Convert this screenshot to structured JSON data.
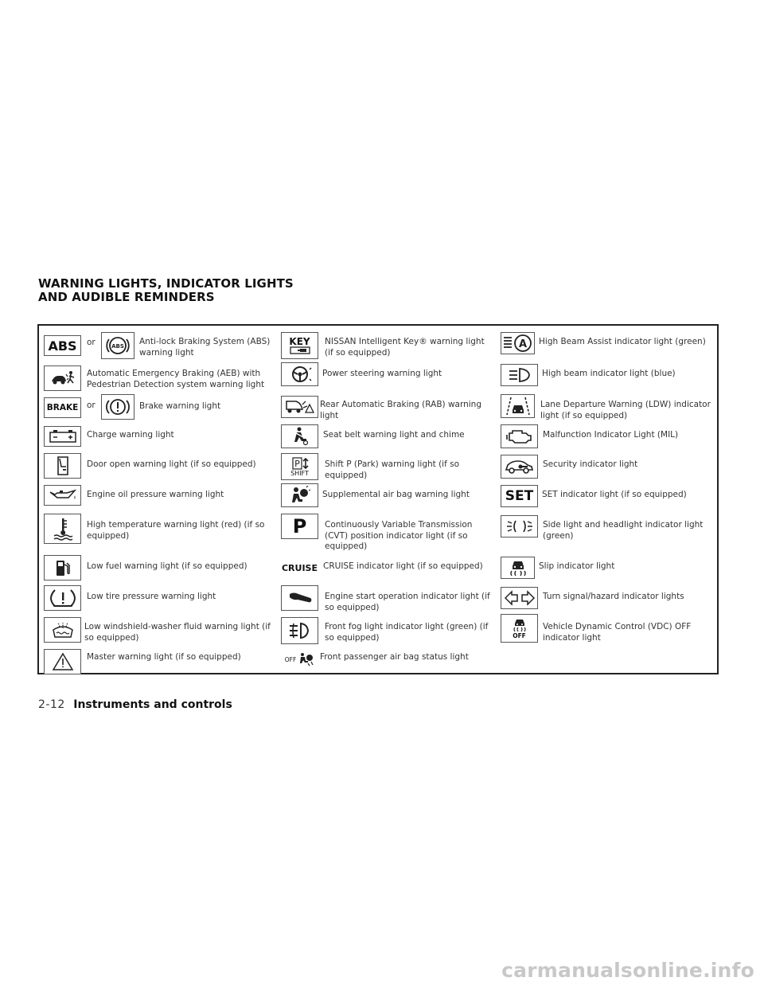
{
  "section": {
    "title_line1": "WARNING LIGHTS, INDICATOR LIGHTS",
    "title_line2": "AND AUDIBLE REMINDERS"
  },
  "or_text": "or",
  "col1": [
    {
      "label": "Anti-lock Braking System (ABS) warning light",
      "icon": "abs-icon",
      "icon_text": "ABS"
    },
    {
      "label": "Automatic Emergency Braking (AEB) with Pedestrian Detection system warning light",
      "icon": "aeb-icon"
    },
    {
      "label": "Brake warning light",
      "icon": "brake-icon",
      "icon_text": "BRAKE"
    },
    {
      "label": "Charge warning light",
      "icon": "battery-icon"
    },
    {
      "label": "Door open warning light (if so equipped)",
      "icon": "door-open-icon"
    },
    {
      "label": "Engine oil pressure warning light",
      "icon": "oil-can-icon"
    },
    {
      "label": "High temperature warning light (red) (if so equipped)",
      "icon": "coolant-temp-icon"
    },
    {
      "label": "Low fuel warning light (if so equipped)",
      "icon": "fuel-pump-icon"
    },
    {
      "label": "Low tire pressure warning light",
      "icon": "tire-pressure-icon"
    },
    {
      "label": "Low windshield-washer fluid warning light (if so equipped)",
      "icon": "washer-fluid-icon"
    },
    {
      "label": "Master warning light (if so equipped)",
      "icon": "master-warning-icon"
    }
  ],
  "col2": [
    {
      "label": "NISSAN Intelligent Key® warning light (if so equipped)",
      "icon": "intelligent-key-icon",
      "icon_text": "KEY"
    },
    {
      "label": "Power steering warning light",
      "icon": "steering-wheel-icon"
    },
    {
      "label": "Rear Automatic Braking (RAB) warning light",
      "icon": "rear-braking-icon"
    },
    {
      "label": "Seat belt warning light and chime",
      "icon": "seat-belt-icon"
    },
    {
      "label": "Shift P (Park) warning light (if so equipped)",
      "icon": "shift-park-icon",
      "icon_text": "SHIFT"
    },
    {
      "label": "Supplemental air bag warning light",
      "icon": "airbag-icon"
    },
    {
      "label": "Continuously Variable Transmission (CVT) position indicator light (if so equipped)",
      "icon": "park-position-icon",
      "icon_text": "P"
    },
    {
      "label": "CRUISE indicator light (if so equipped)",
      "icon": "cruise-icon",
      "icon_text": "CRUISE"
    },
    {
      "label": "Engine start operation indicator light (if so equipped)",
      "icon": "engine-start-icon"
    },
    {
      "label": "Front fog light indicator light (green) (if so equipped)",
      "icon": "front-fog-icon"
    },
    {
      "label": "Front passenger air bag status light",
      "icon": "passenger-airbag-status-icon",
      "icon_text": "OFF"
    }
  ],
  "col3": [
    {
      "label": "High Beam Assist indicator light (green)",
      "icon": "high-beam-assist-icon",
      "icon_text": "A"
    },
    {
      "label": "High beam indicator light (blue)",
      "icon": "high-beam-icon"
    },
    {
      "label": "Lane Departure Warning (LDW) indicator light (if so equipped)",
      "icon": "lane-departure-icon"
    },
    {
      "label": "Malfunction Indicator Light (MIL)",
      "icon": "engine-icon"
    },
    {
      "label": "Security indicator light",
      "icon": "security-car-icon"
    },
    {
      "label": "SET indicator light (if so equipped)",
      "icon": "set-icon",
      "icon_text": "SET"
    },
    {
      "label": "Side light and headlight indicator light (green)",
      "icon": "side-light-icon"
    },
    {
      "label": "Slip indicator light",
      "icon": "slip-icon"
    },
    {
      "label": "Turn signal/hazard indicator lights",
      "icon": "turn-signal-icon"
    },
    {
      "label": "Vehicle Dynamic Control (VDC) OFF indicator light",
      "icon": "vdc-off-icon",
      "icon_text": "OFF"
    }
  ],
  "footer": {
    "page_number": "2-12",
    "chapter": "Instruments and controls"
  },
  "watermark": "carmanualsonline.info"
}
